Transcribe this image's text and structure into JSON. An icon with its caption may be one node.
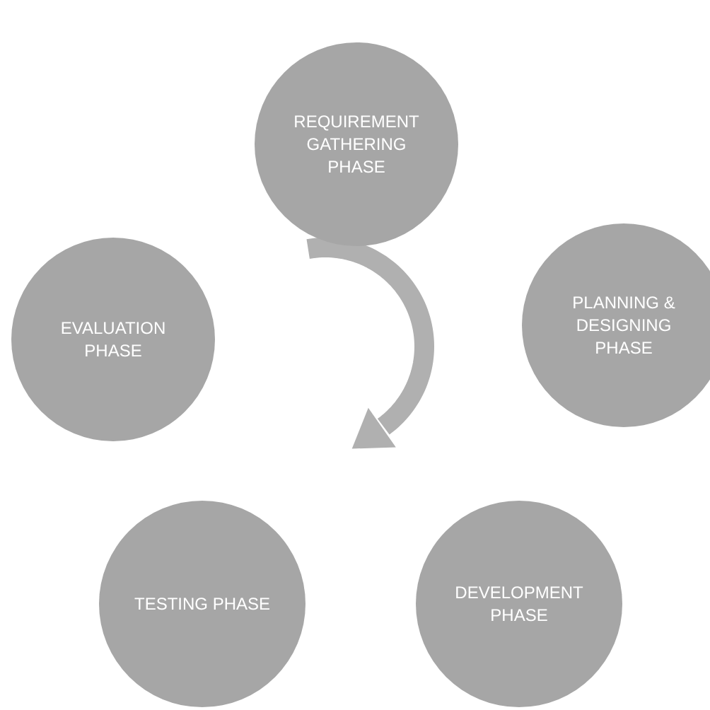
{
  "diagram": {
    "nodes": [
      {
        "text": [
          "REQUIREMENT GATHERING PHASE"
        ]
      },
      {
        "text": [
          "PLANNING & DESIGNING PHASE"
        ]
      },
      {
        "text": [
          "DEVELOPMENT PHASE"
        ]
      },
      {
        "text": [
          "TESTING PHASE"
        ]
      },
      {
        "text": [
          "EVALUATION PHASE"
        ]
      }
    ]
  }
}
